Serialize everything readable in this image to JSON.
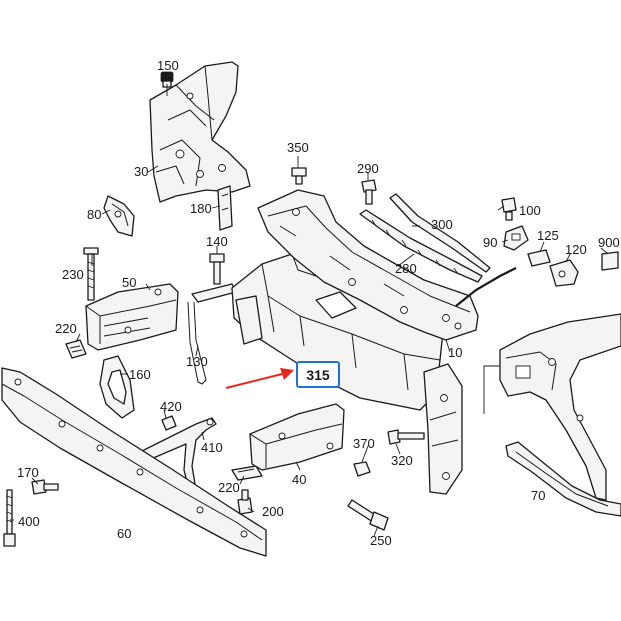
{
  "diagram": {
    "labels": {
      "p10": "10",
      "p30": "30",
      "p40": "40",
      "p50": "50",
      "p60": "60",
      "p70": "70",
      "p80": "80",
      "p90": "90",
      "p100": "100",
      "p120": "120",
      "p125": "125",
      "p130": "130",
      "p140": "140",
      "p150": "150",
      "p160": "160",
      "p170": "170",
      "p180": "180",
      "p200": "200",
      "p220a": "220",
      "p220b": "220",
      "p230": "230",
      "p250": "250",
      "p280": "280",
      "p290": "290",
      "p300": "300",
      "p320": "320",
      "p350": "350",
      "p370": "370",
      "p400": "400",
      "p410": "410",
      "p420": "420",
      "p900": "900"
    },
    "highlight": {
      "label": "315",
      "box_color": "#1e73d2",
      "arrow_color": "#e8261c"
    }
  }
}
